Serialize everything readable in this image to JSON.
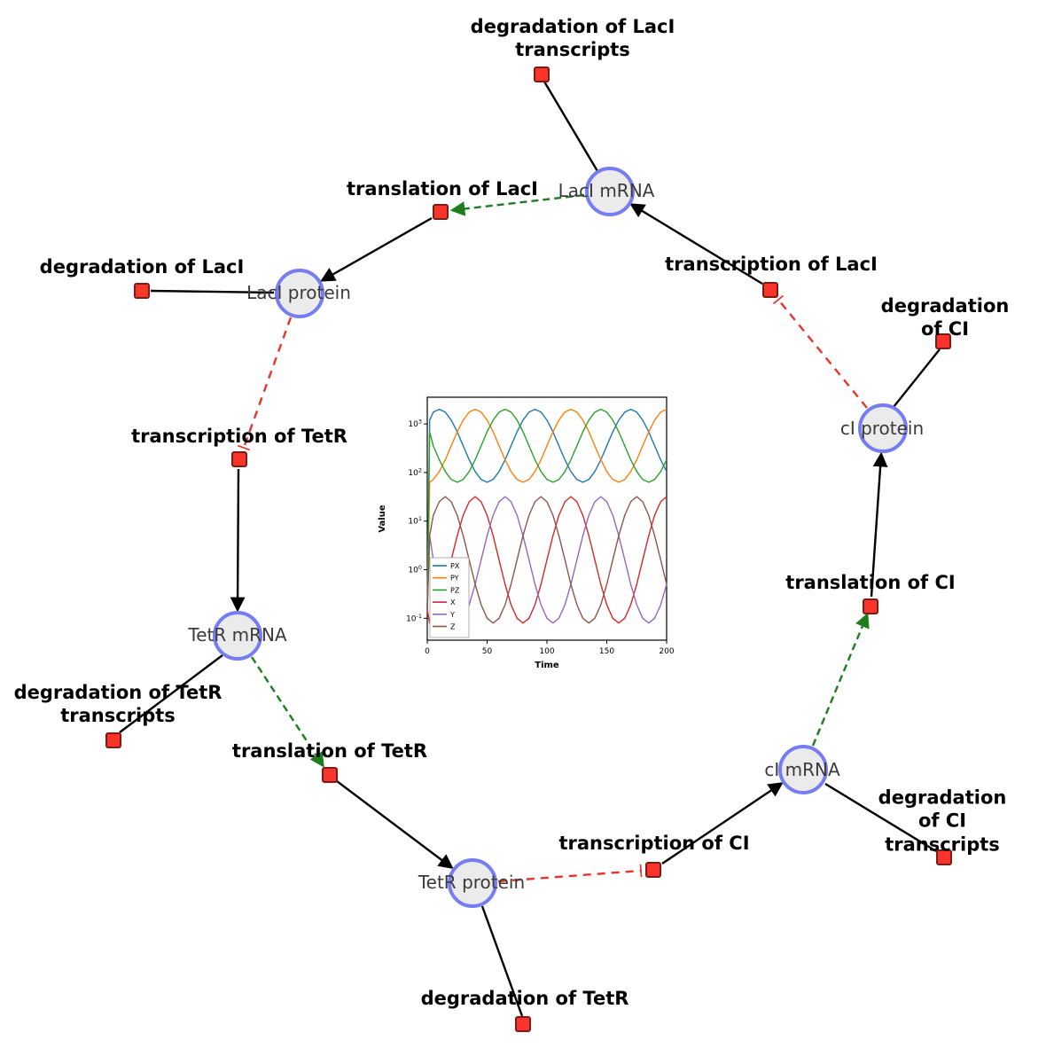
{
  "diagram": {
    "species": {
      "laci_mrna": {
        "label": "LacI mRNA"
      },
      "laci_protein": {
        "label": "LacI protein"
      },
      "ci_protein": {
        "label": "cI protein"
      },
      "tetr_mrna": {
        "label": "TetR mRNA"
      },
      "ci_mrna": {
        "label": "cI mRNA"
      },
      "tetr_protein": {
        "label": "TetR protein"
      }
    },
    "reactions": {
      "deg_laci_transcripts": {
        "label": "degradation of LacI\ntranscripts"
      },
      "translation_laci": {
        "label": "translation of LacI"
      },
      "transcription_laci": {
        "label": "transcription of LacI"
      },
      "deg_laci": {
        "label": "degradation of LacI"
      },
      "deg_ci": {
        "label": "degradation of CI"
      },
      "transcription_tetr": {
        "label": "transcription of TetR"
      },
      "translation_ci": {
        "label": "translation of CI"
      },
      "deg_tetr_transcripts": {
        "label": "degradation of TetR\ntranscripts"
      },
      "translation_tetr": {
        "label": "translation of TetR"
      },
      "transcription_ci": {
        "label": "transcription of CI"
      },
      "deg_ci_transcripts": {
        "label": "degradation of CI\ntranscripts"
      },
      "deg_tetr": {
        "label": "degradation of TetR"
      }
    },
    "edge_colors": {
      "production": "#000000",
      "modifier": "#1e7d1e",
      "inhibition": "#e8352c"
    },
    "node_colors": {
      "species_fill": "#ebebeb",
      "species_border": "#767cf2",
      "reaction_fill": "#f9352b",
      "reaction_border": "#7c1d15"
    }
  },
  "chart_data": {
    "type": "line",
    "title": "",
    "xlabel": "Time",
    "ylabel": "Value",
    "yscale": "log",
    "xlim": [
      0,
      200
    ],
    "ylim_log": [
      -1.45,
      3.55
    ],
    "xticks": [
      0,
      50,
      100,
      150,
      200
    ],
    "ytick_exponents": [
      -1,
      0,
      1,
      2,
      3
    ],
    "legend_position": "lower left",
    "grid": false,
    "x": [
      0,
      2,
      5,
      10,
      15,
      20,
      25,
      30,
      35,
      40,
      45,
      50,
      55,
      60,
      65,
      70,
      75,
      80,
      85,
      90,
      95,
      100,
      105,
      110,
      115,
      120,
      125,
      130,
      135,
      140,
      145,
      150,
      155,
      160,
      165,
      170,
      175,
      180,
      185,
      190,
      195,
      200
    ],
    "series": [
      {
        "name": "PX",
        "color": "#1f77b4",
        "values": [
          0.15,
          1200,
          1750,
          2000,
          1750,
          1200,
          690,
          355,
          183,
          105,
          72,
          63,
          72,
          105,
          183,
          355,
          690,
          1200,
          1750,
          2000,
          1750,
          1200,
          690,
          355,
          183,
          105,
          72,
          63,
          72,
          105,
          183,
          355,
          690,
          1200,
          1750,
          2000,
          1750,
          1200,
          690,
          355,
          183,
          105
        ]
      },
      {
        "name": "PY",
        "color": "#ff7f0e",
        "values": [
          0.15,
          63,
          72,
          105,
          183,
          355,
          690,
          1200,
          1750,
          2000,
          1750,
          1200,
          690,
          355,
          183,
          105,
          72,
          63,
          72,
          105,
          183,
          355,
          690,
          1200,
          1750,
          2000,
          1750,
          1200,
          690,
          355,
          183,
          105,
          72,
          63,
          72,
          105,
          183,
          355,
          690,
          1200,
          1750,
          2000
        ]
      },
      {
        "name": "PZ",
        "color": "#2ca02c",
        "values": [
          0.15,
          690,
          355,
          183,
          105,
          72,
          63,
          72,
          105,
          183,
          355,
          690,
          1200,
          1750,
          2000,
          1750,
          1200,
          690,
          355,
          183,
          105,
          72,
          63,
          72,
          105,
          183,
          355,
          690,
          1200,
          1750,
          2000,
          1750,
          1200,
          690,
          355,
          183,
          105,
          72,
          63,
          72,
          105,
          183
        ]
      },
      {
        "name": "X",
        "color": "#d62728",
        "values": [
          0.15,
          0.08,
          0.1,
          0.19,
          0.5,
          1.6,
          5,
          13.2,
          25,
          32,
          25,
          13.2,
          5,
          1.6,
          0.5,
          0.19,
          0.1,
          0.08,
          0.1,
          0.19,
          0.5,
          1.6,
          5,
          13.2,
          25,
          32,
          25,
          13.2,
          5,
          1.6,
          0.5,
          0.19,
          0.1,
          0.08,
          0.1,
          0.19,
          0.5,
          1.6,
          5,
          13.2,
          25,
          32
        ]
      },
      {
        "name": "Y",
        "color": "#9467bd",
        "values": [
          0.15,
          5,
          1.6,
          0.5,
          0.19,
          0.1,
          0.08,
          0.1,
          0.19,
          0.5,
          1.6,
          5,
          13.2,
          25,
          32,
          25,
          13.2,
          5,
          1.6,
          0.5,
          0.19,
          0.1,
          0.08,
          0.1,
          0.19,
          0.5,
          1.6,
          5,
          13.2,
          25,
          32,
          25,
          13.2,
          5,
          1.6,
          0.5,
          0.19,
          0.1,
          0.08,
          0.1,
          0.19,
          0.5
        ]
      },
      {
        "name": "Z",
        "color": "#8c564b",
        "values": [
          0.15,
          5,
          13.2,
          25,
          32,
          25,
          13.2,
          5,
          1.6,
          0.5,
          0.19,
          0.1,
          0.08,
          0.1,
          0.19,
          0.5,
          1.6,
          5,
          13.2,
          25,
          32,
          25,
          13.2,
          5,
          1.6,
          0.5,
          0.19,
          0.1,
          0.08,
          0.1,
          0.19,
          0.5,
          1.6,
          5,
          13.2,
          25,
          32,
          25,
          13.2,
          5,
          1.6,
          0.5
        ]
      }
    ]
  }
}
